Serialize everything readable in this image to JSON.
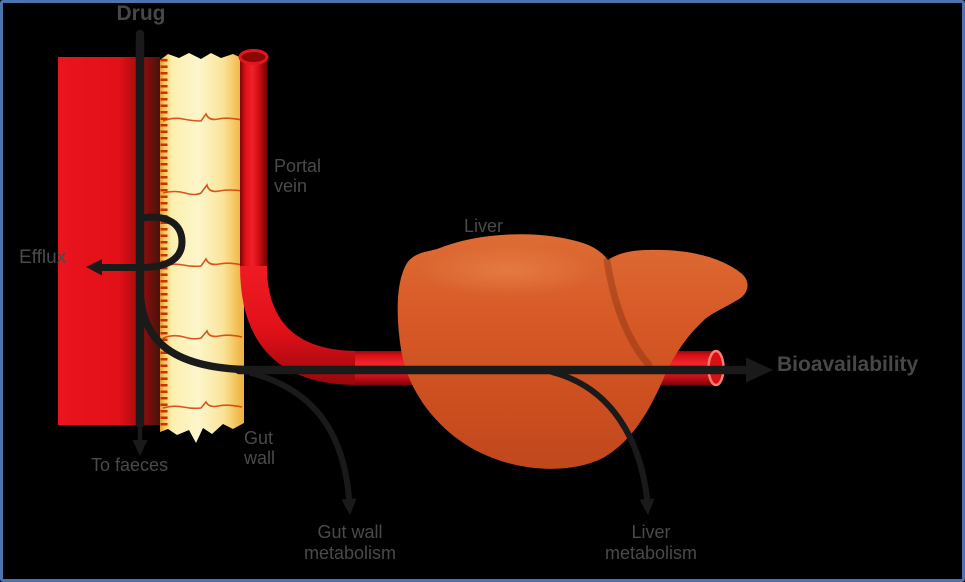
{
  "diagram": {
    "name": "oral-drug-bioavailability-schematic",
    "labels": {
      "drug": "Drug",
      "portal_vein": "Portal\nvein",
      "liver": "Liver",
      "efflux": "Efflux",
      "to_faeces": "To faeces",
      "gut_wall": "Gut\nwall",
      "gut_wall_metabolism": "Gut wall\nmetabolism",
      "liver_metabolism": "Liver\nmetabolism",
      "bioavailability": "Bioavailability"
    },
    "colors": {
      "background": "#000000",
      "frame_border": "#4c74ae",
      "lumen_red": "#e8131c",
      "vein_red": "#ee1a22",
      "vein_dark": "#7c0502",
      "gut_wall_cream": "#fdf6cb",
      "gut_wall_edge": "#eeb041",
      "brush_border_red": "#c93005",
      "liver_orange": "#d75a27",
      "arrow_black": "#1a1a1a",
      "label_gray": "#4a4a4a"
    }
  }
}
